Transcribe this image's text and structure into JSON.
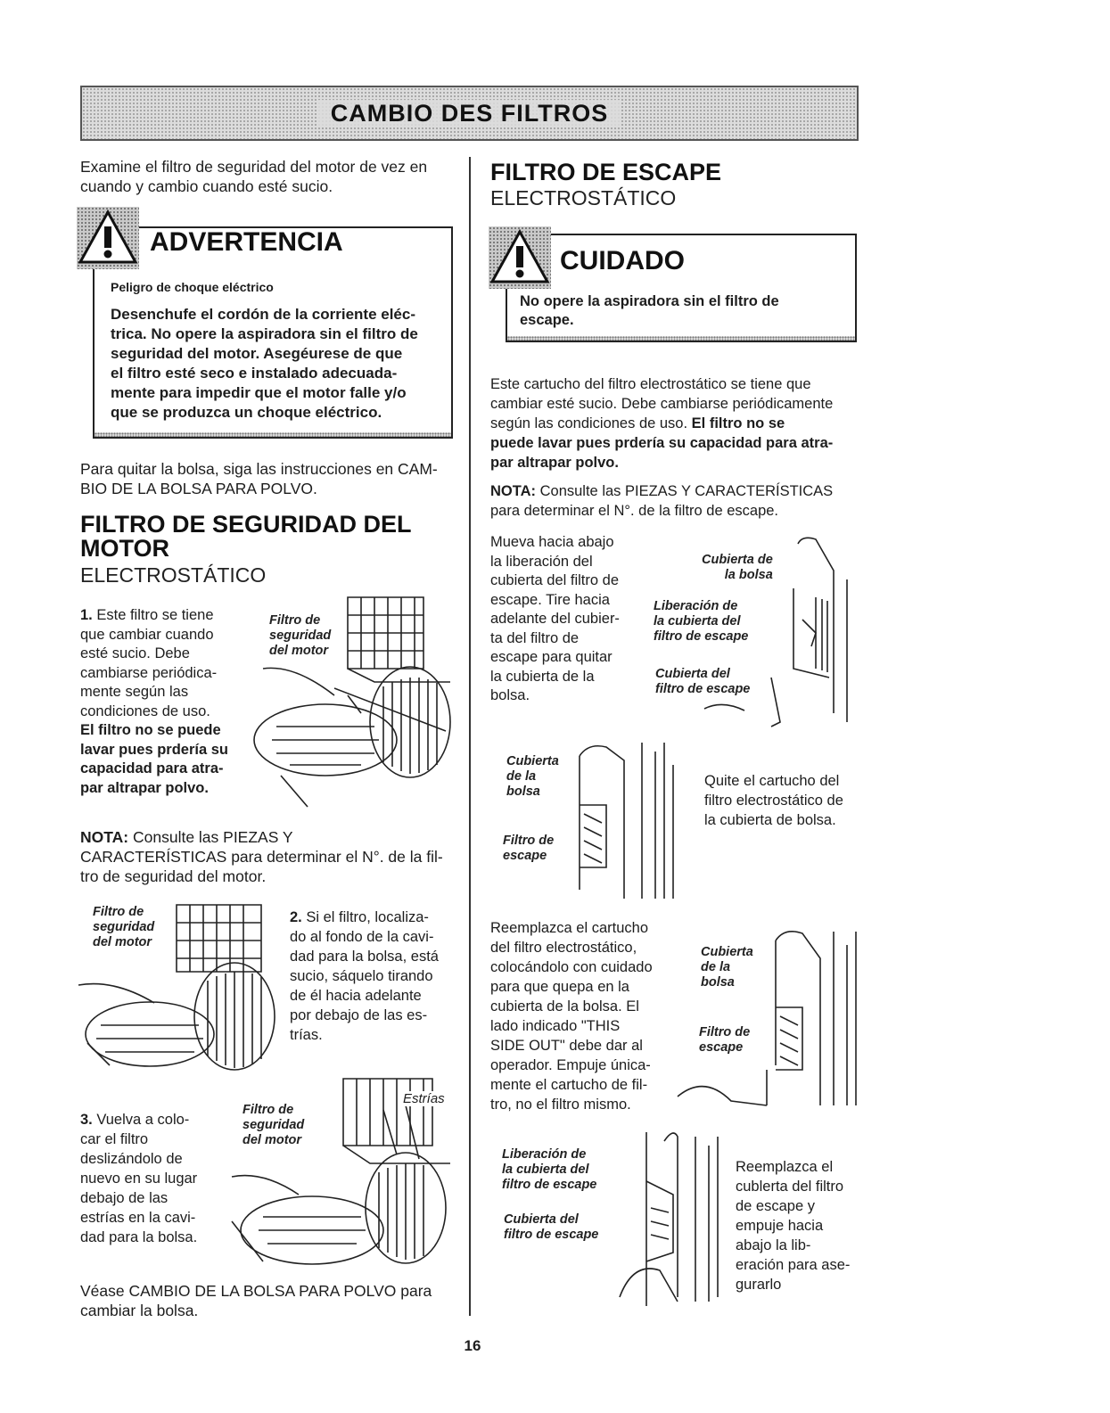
{
  "banner": {
    "title": "CAMBIO DES FILTROS"
  },
  "left": {
    "intro": [
      "Examine el filtro de seguridad del motor de vez en",
      "cuando y cambio cuando esté sucio."
    ],
    "warning": {
      "heading": "ADVERTENCIA",
      "subheading": "Peligro de choque eléctrico",
      "lines": [
        "Desenchufe el cordón de la corriente eléc-",
        "trica. No opere la aspiradora sin el filtro de",
        "seguridad del motor. Asegéurese de que",
        "el filtro esté seco e instalado adecuada-",
        "mente para impedir que el motor falle y/o",
        "que se produzca un choque eléctrico."
      ]
    },
    "bag_note": [
      "Para quitar la bolsa, siga las instrucciones en CAM-",
      "BIO DE LA BOLSA PARA POLVO."
    ],
    "section_title_1": "FILTRO DE SEGURIDAD DEL",
    "section_title_2": "MOTOR",
    "section_subtitle": "ELECTROSTÁTICO",
    "step1": {
      "num": "1.",
      "lines": [
        "Este filtro se tiene",
        "que cambiar cuando",
        "esté sucio. Debe",
        "cambiarse periódica-",
        "mente según las",
        "condiciones de uso."
      ],
      "bold_lines": [
        "El filtro no se puede",
        "lavar pues prdería su",
        "capacidad para atra-",
        "par altrapar polvo."
      ]
    },
    "fig1_label": [
      "Filtro de",
      "seguridad",
      "del motor"
    ],
    "nota": {
      "label": "NOTA:",
      "lines": [
        "Consulte las PIEZAS Y",
        "CARACTERÍSTICAS para determinar el N°. de la fil-",
        "tro de seguridad del motor."
      ]
    },
    "fig2_label": [
      "Filtro de",
      "seguridad",
      "del motor"
    ],
    "step2": {
      "num": "2.",
      "lines": [
        "Si el filtro, localiza-",
        "do al fondo de la cavi-",
        "dad para la bolsa, está",
        "sucio, sáquelo tirando",
        "de él hacia adelante",
        "por debajo de las es-",
        "trías."
      ]
    },
    "step3": {
      "num": "3.",
      "lines": [
        "Vuelva a colo-",
        "car el filtro",
        "deslizándolo de",
        "nuevo en su lugar",
        "debajo de las",
        "estrías en la cavi-",
        "dad para la bolsa."
      ]
    },
    "fig3_label": [
      "Filtro de",
      "seguridad",
      "del motor"
    ],
    "fig3_estrias": "Estrías",
    "footer": [
      "Véase CAMBIO DE LA BOLSA PARA POLVO para",
      "cambiar la bolsa."
    ]
  },
  "right": {
    "title": "FILTRO DE ESCAPE",
    "subtitle": "ELECTROSTÁTICO",
    "caution": {
      "heading": "CUIDADO",
      "lines": [
        "No opere la aspiradora sin el filtro de",
        "escape."
      ]
    },
    "para1": [
      "Este cartucho del filtro electrostático se tiene que",
      "cambiar esté sucio. Debe cambiarse periódicamente",
      "según las condiciones de uso."
    ],
    "para1_bold_a": "El filtro no se",
    "para1_bold_lines": [
      "puede lavar pues prdería su capacidad para atra-",
      "par altrapar polvo."
    ],
    "nota": {
      "label": "NOTA:",
      "lines": [
        "Consulte las PIEZAS Y CARACTERÍSTICAS",
        "para determinar el N°. de la filtro de escape."
      ]
    },
    "step_a": [
      "Mueva hacia abajo",
      "la liberación del",
      "cubierta del filtro de",
      "escape. Tire hacia",
      "adelante del cubier-",
      "ta del filtro de",
      "escape para quitar",
      "la cubierta de la",
      "bolsa."
    ],
    "fig_a": {
      "cubierta_bolsa": [
        "Cubierta de",
        "la bolsa"
      ],
      "liberacion": [
        "Liberación de",
        "la cubierta del",
        "filtro de escape"
      ],
      "cubierta_filtro": [
        "Cubierta del",
        "filtro de escape"
      ]
    },
    "fig_b": {
      "cubierta_bolsa": [
        "Cubierta",
        "de la",
        "bolsa"
      ],
      "filtro_escape": [
        "Filtro de",
        "escape"
      ]
    },
    "step_b": [
      "Quite el cartucho del",
      "filtro electrostático de",
      "la cubierta de bolsa."
    ],
    "step_c": [
      "Reemplazca el cartucho",
      "del filtro electrostático,",
      "colocándolo con cuidado",
      "para que quepa en la",
      "cubierta de la bolsa. El",
      "lado indicado \"THIS",
      "SIDE OUT\" debe dar al",
      "operador. Empuje única-",
      "mente el cartucho de fil-",
      "tro, no el filtro mismo."
    ],
    "fig_c": {
      "cubierta_bolsa": [
        "Cubierta",
        "de la",
        "bolsa"
      ],
      "filtro_escape": [
        "Filtro de",
        "escape"
      ]
    },
    "fig_d": {
      "liberacion": [
        "Liberación de",
        "la cubierta del",
        "filtro de escape"
      ],
      "cubierta_filtro": [
        "Cubierta del",
        "filtro de escape"
      ]
    },
    "step_d": [
      "Reemplazca el",
      "cublerta del filtro",
      "de escape y",
      "empuje hacia",
      "abajo la lib-",
      "eración para ase-",
      "gurarlo"
    ]
  },
  "page_number": "16"
}
